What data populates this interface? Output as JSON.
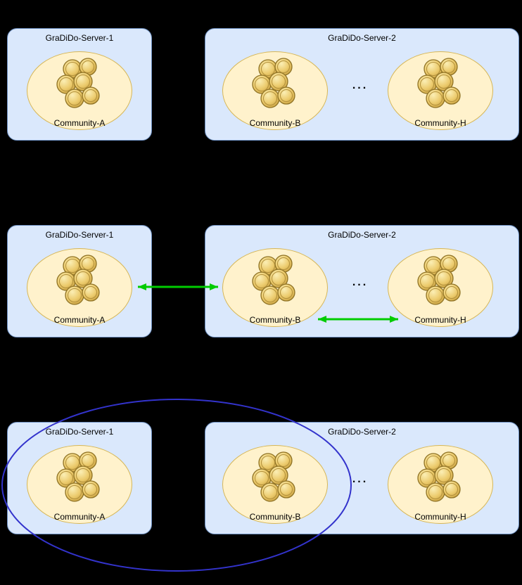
{
  "rows": [
    {
      "servers": [
        {
          "title": "GraDiDo-Server-1",
          "communities": [
            {
              "label": "Community-A"
            }
          ]
        },
        {
          "title": "GraDiDo-Server-2",
          "communities": [
            {
              "label": "Community-B"
            },
            {
              "label": "Community-H"
            }
          ],
          "ellipsis": "..."
        }
      ]
    },
    {
      "servers": [
        {
          "title": "GraDiDo-Server-1",
          "communities": [
            {
              "label": "Community-A"
            }
          ]
        },
        {
          "title": "GraDiDo-Server-2",
          "communities": [
            {
              "label": "Community-B"
            },
            {
              "label": "Community-H"
            }
          ],
          "ellipsis": "..."
        }
      ],
      "connections": [
        {
          "from": "Community-A",
          "to": "Community-B",
          "type": "double-arrow",
          "color": "#00cc00"
        },
        {
          "from": "Community-B",
          "to": "Community-H",
          "type": "double-arrow",
          "color": "#00cc00"
        }
      ]
    },
    {
      "servers": [
        {
          "title": "GraDiDo-Server-1",
          "communities": [
            {
              "label": "Community-A"
            }
          ]
        },
        {
          "title": "GraDiDo-Server-2",
          "communities": [
            {
              "label": "Community-B"
            },
            {
              "label": "Community-H"
            }
          ],
          "ellipsis": "..."
        }
      ],
      "grouping": {
        "shape": "ellipse",
        "color": "#3333cc",
        "encloses": [
          "Community-A",
          "Community-B"
        ]
      }
    }
  ],
  "icons": {
    "coin_cluster": "gold-coin-cluster",
    "double_arrow": "green-double-arrow",
    "group_ellipse": "blue-group-ellipse"
  },
  "colors": {
    "background": "#000000",
    "server_fill": "#dae8fc",
    "server_border": "#6c8ebf",
    "community_fill": "#fff2cc",
    "community_border": "#d6b656",
    "coin_gold": "#e2c263",
    "arrow_green": "#00cc00",
    "group_ellipse_blue": "#3333cc"
  }
}
